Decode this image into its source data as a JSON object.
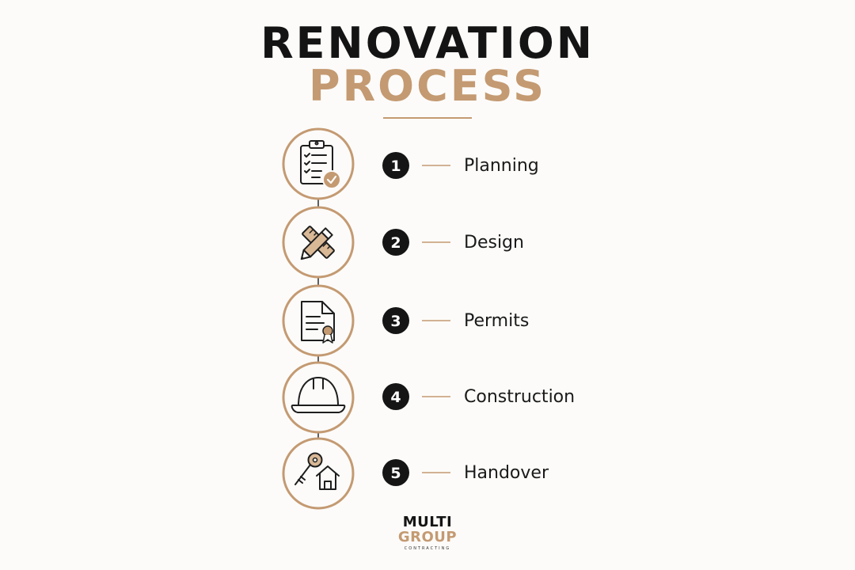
{
  "title": {
    "line1": "RENOVATION",
    "line2": "PROCESS"
  },
  "colors": {
    "accent": "#c49a72",
    "dark": "#151515",
    "background": "#fcfbf9"
  },
  "steps": [
    {
      "number": "1",
      "label": "Planning",
      "icon": "clipboard-check-icon"
    },
    {
      "number": "2",
      "label": "Design",
      "icon": "ruler-pencil-icon"
    },
    {
      "number": "3",
      "label": "Permits",
      "icon": "certificate-document-icon"
    },
    {
      "number": "4",
      "label": "Construction",
      "icon": "hard-hat-icon"
    },
    {
      "number": "5",
      "label": "Handover",
      "icon": "key-house-icon"
    }
  ],
  "logo": {
    "line1": "MULTI",
    "line2": "GROUP",
    "tagline": "CONTRACTING"
  }
}
